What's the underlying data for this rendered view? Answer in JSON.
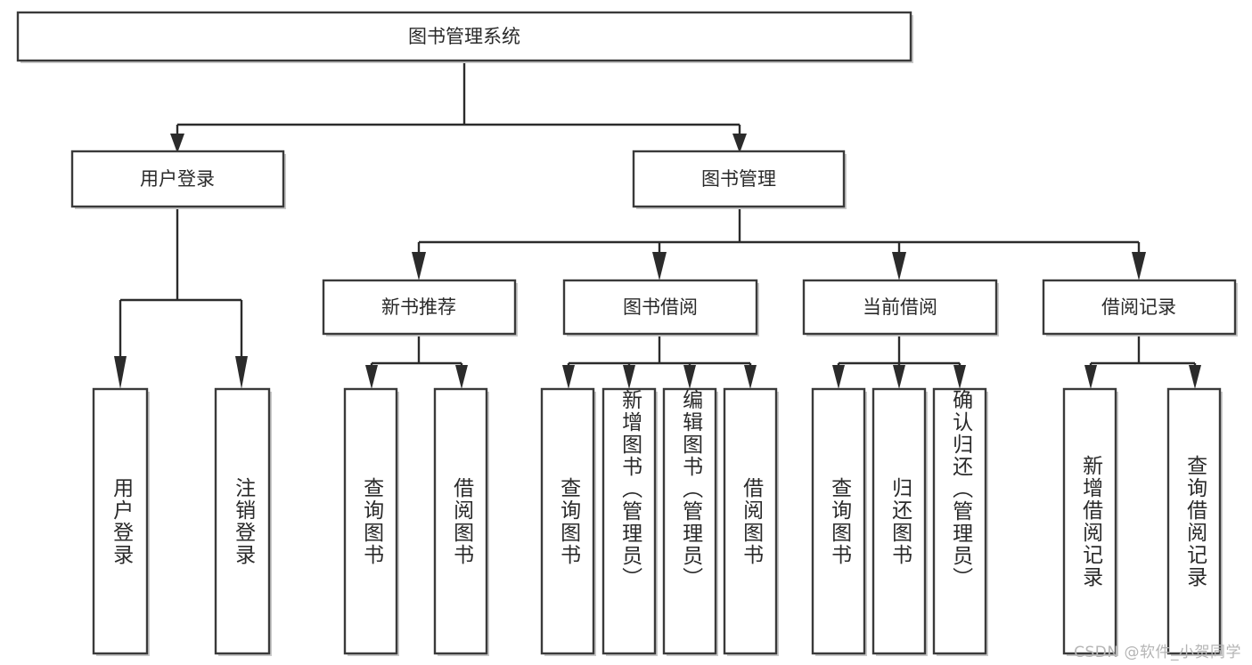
{
  "diagram": {
    "type": "tree",
    "title": "图书管理系统",
    "root": {
      "label": "图书管理系统"
    },
    "level2": [
      {
        "label": "用户登录"
      },
      {
        "label": "图书管理"
      }
    ],
    "level3": [
      {
        "label": "新书推荐"
      },
      {
        "label": "图书借阅"
      },
      {
        "label": "当前借阅"
      },
      {
        "label": "借阅记录"
      }
    ],
    "leaves": {
      "user_login": [
        "用户登录",
        "注销登录"
      ],
      "new_book_recommend": [
        "查询图书",
        "借阅图书"
      ],
      "book_borrow": [
        "查询图书",
        "新增图书（管理员）",
        "编辑图书（管理员）",
        "借阅图书"
      ],
      "current_borrow": [
        "查询图书",
        "归还图书",
        "确认归还（管理员）"
      ],
      "borrow_record": [
        "新增借阅记录",
        "查询借阅记录"
      ]
    },
    "colors": {
      "box_stroke": "#3a3a3a",
      "box_fill": "#ffffff",
      "connector": "#2b2b2b",
      "text": "#2a2a2a",
      "watermark": "#b5b5b5"
    }
  },
  "watermark": {
    "text": "CSDN @软件_小贺同学"
  }
}
